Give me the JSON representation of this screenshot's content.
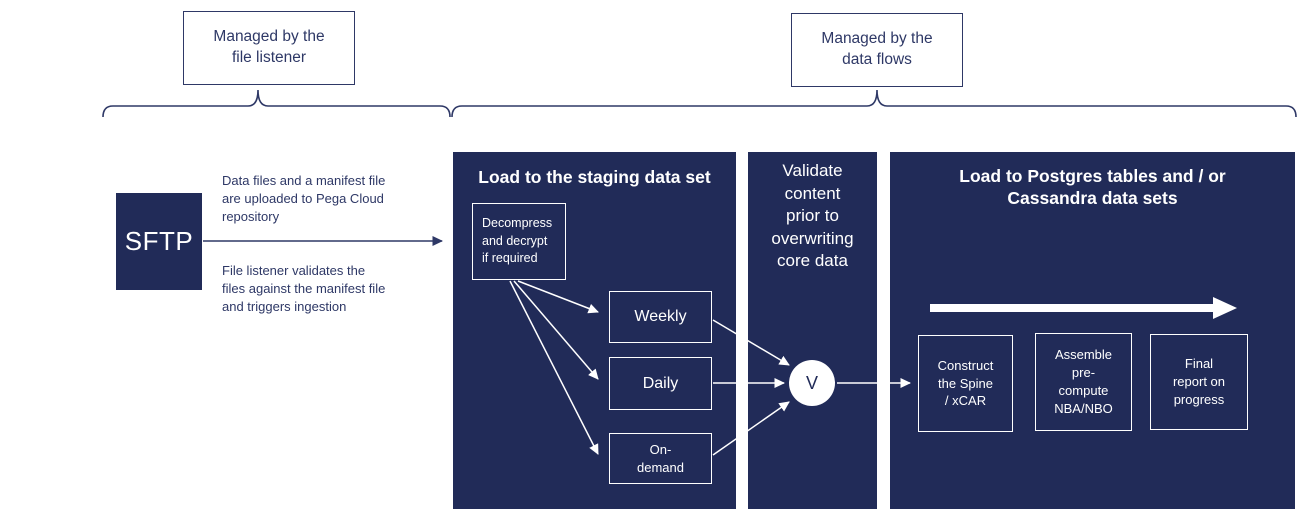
{
  "colors": {
    "background": "#ffffff",
    "panel_navy": "#212b58",
    "ink_navy": "#2e3866",
    "white": "#ffffff"
  },
  "top_labels": {
    "file_listener": "Managed by the\nfile listener",
    "data_flows": "Managed by the\ndata flows"
  },
  "sftp": {
    "label": "SFTP",
    "note_upper": "Data files and a manifest file\nare uploaded to Pega Cloud\nrepository",
    "note_lower": "File listener validates the\nfiles against the manifest file\nand triggers ingestion"
  },
  "staging": {
    "title": "Load to the staging data set",
    "decompress": "Decompress\nand decrypt\nif required",
    "modes": [
      "Weekly",
      "Daily",
      "On-\ndemand"
    ]
  },
  "validate": {
    "title": "Validate\ncontent\nprior to\noverwriting\ncore data",
    "node_label": "V"
  },
  "load": {
    "title": "Load to Postgres tables and / or\nCassandra data sets",
    "steps": [
      "Construct\nthe Spine\n/ xCAR",
      "Assemble\npre-\ncompute\nNBA/NBO",
      "Final\nreport on\nprogress"
    ]
  }
}
